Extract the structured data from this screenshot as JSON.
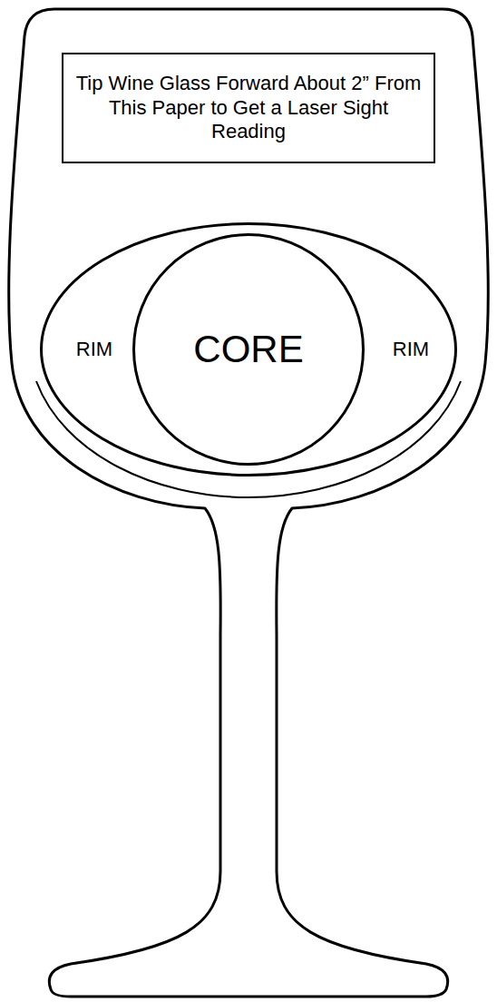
{
  "diagram": {
    "nodes": [
      {
        "text": [
          "Tip Wine Glass Forward About 2” From This Paper to Get a Laser Sight Reading"
        ]
      },
      {
        "text": [
          "RIM",
          "RIM"
        ]
      },
      {
        "text": [
          "CORE"
        ],
        "in": 1
      }
    ]
  }
}
